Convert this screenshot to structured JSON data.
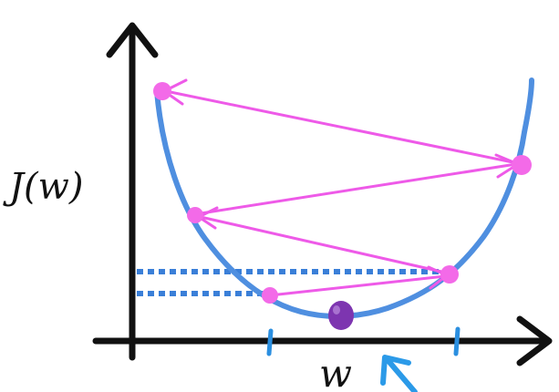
{
  "diagram": {
    "y_axis_label": "J(w)",
    "x_axis_label": "w",
    "colors": {
      "axes": "#111111",
      "curve": "#4f8fe0",
      "arrows": "#ee5ae8",
      "points": "#f36ae8",
      "minimum": "#7d35b0",
      "dotted": "#3a7fd8",
      "pointer": "#2b9ae8",
      "ticks": "#2b8fe0"
    },
    "elements": {
      "cost_curve": "cost-function-curve",
      "iterations": "gradient-descent-iterations",
      "minimum_marker": "global-minimum-point",
      "pointer_arrow": "pointer-arrow-icon"
    }
  }
}
